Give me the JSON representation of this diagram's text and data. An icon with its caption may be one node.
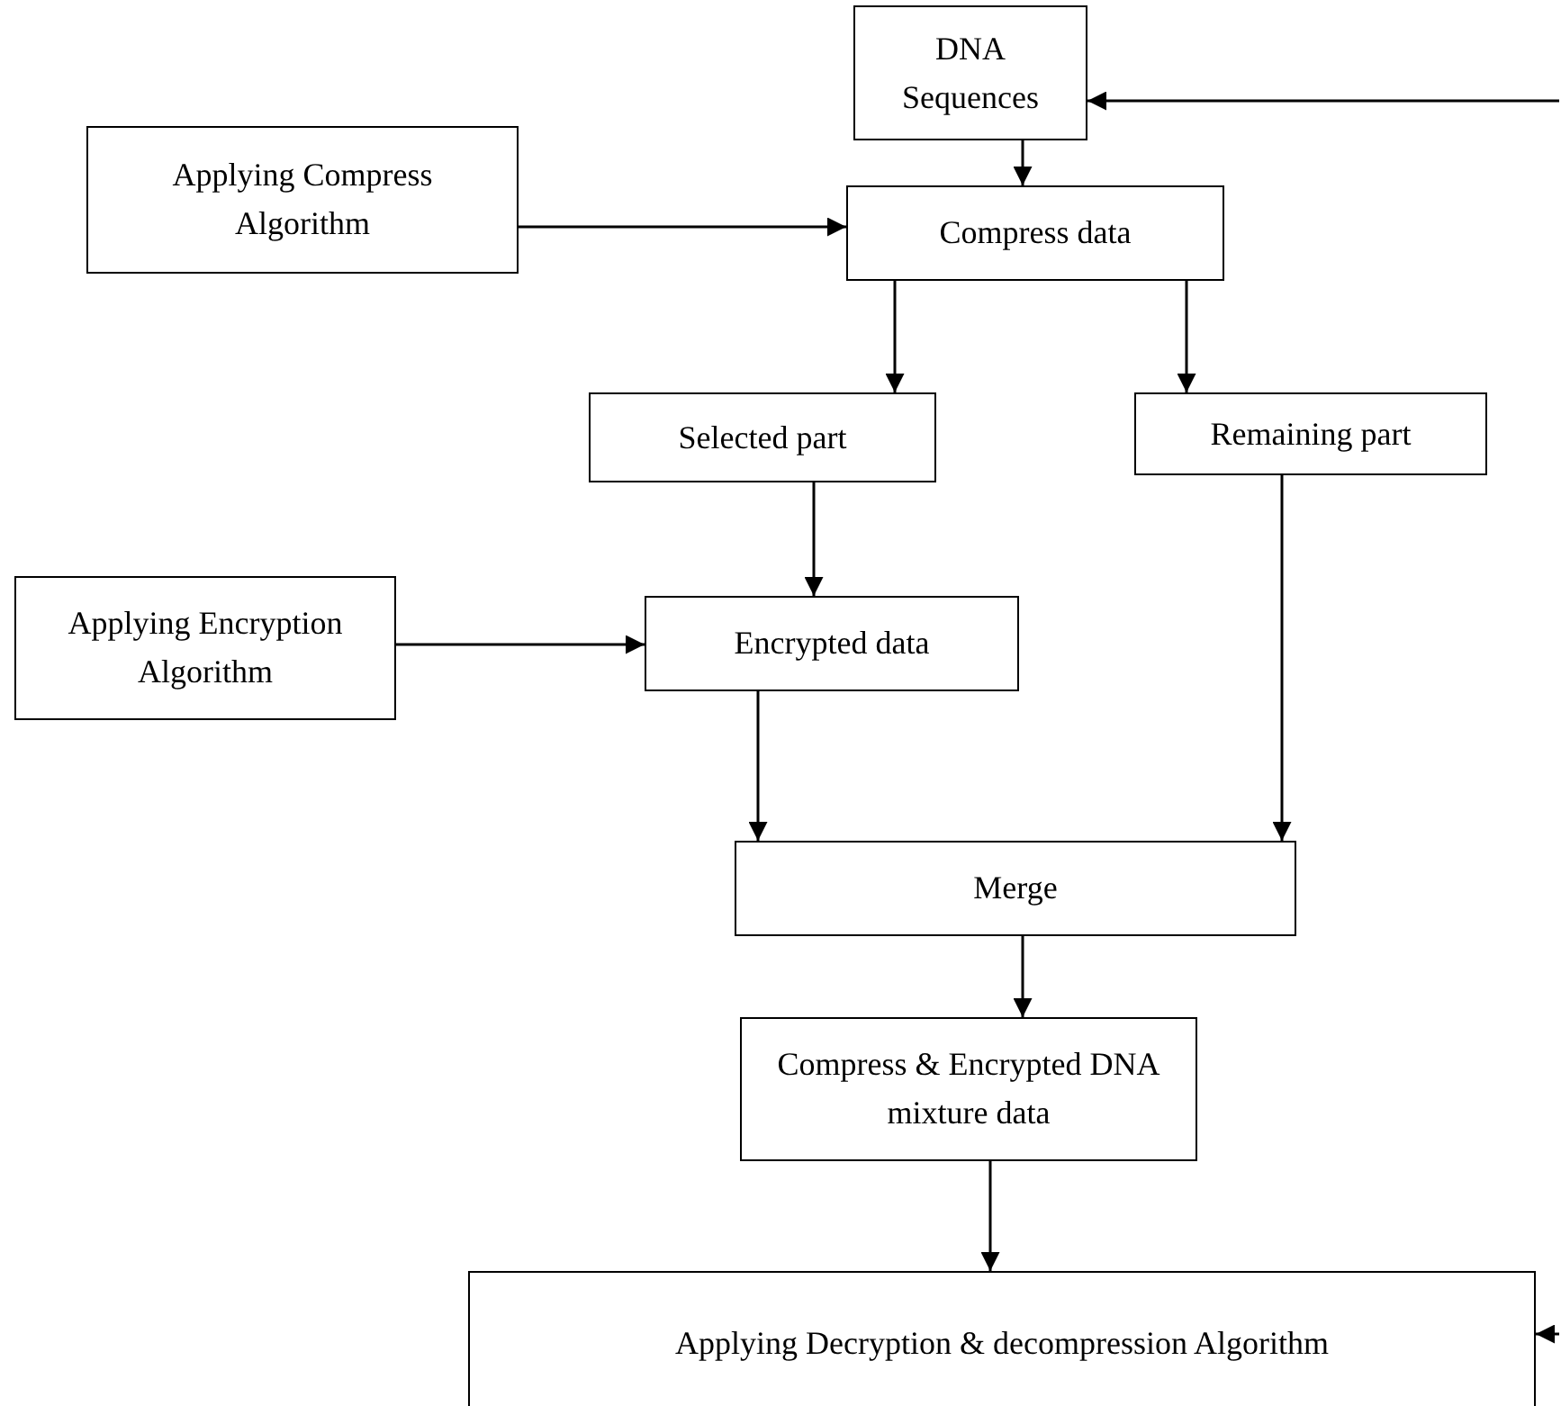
{
  "diagram": {
    "nodes": [
      {
        "text": [
          "DNA Sequences"
        ]
      },
      {
        "text": [
          "Applying Compress Algorithm"
        ]
      },
      {
        "text": [
          "Compress data"
        ]
      },
      {
        "text": [
          "Selected part"
        ]
      },
      {
        "text": [
          "Remaining part"
        ]
      },
      {
        "text": [
          "Applying Encryption Algorithm"
        ]
      },
      {
        "text": [
          "Encrypted data"
        ]
      },
      {
        "text": [
          "Merge"
        ]
      },
      {
        "text": [
          "Compress & Encrypted DNA mixture data"
        ]
      },
      {
        "text": [
          "Applying Decryption & decompression Algorithm"
        ]
      }
    ],
    "edges": [
      {
        "from": null,
        "to": 0,
        "arrow": "to"
      },
      {
        "from": 0,
        "to": 2,
        "arrow": "to"
      },
      {
        "from": 1,
        "to": 2,
        "arrow": "to"
      },
      {
        "from": 2,
        "to": 3,
        "arrow": "to"
      },
      {
        "from": 2,
        "to": 4,
        "arrow": "to"
      },
      {
        "from": 3,
        "to": 6,
        "arrow": "to"
      },
      {
        "from": 5,
        "to": 6,
        "arrow": "to"
      },
      {
        "from": 6,
        "to": 7,
        "arrow": "to"
      },
      {
        "from": 4,
        "to": 7,
        "arrow": "to"
      },
      {
        "from": 7,
        "to": 8,
        "arrow": "to"
      },
      {
        "from": 8,
        "to": 9,
        "arrow": "to"
      },
      {
        "from": null,
        "to": 9,
        "arrow": "to"
      }
    ]
  }
}
